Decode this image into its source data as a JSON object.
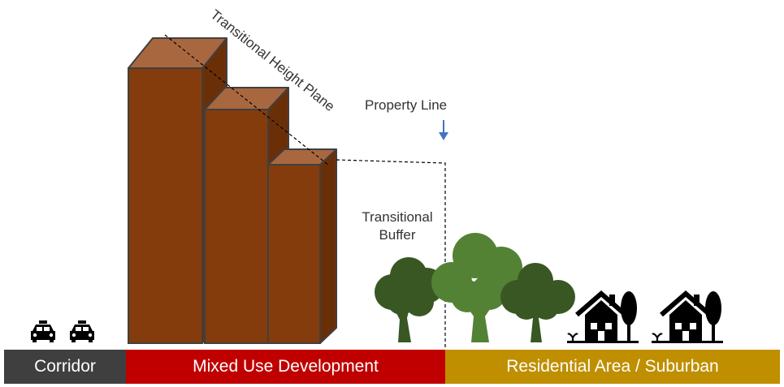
{
  "zones": {
    "corridor": {
      "label": "Corridor",
      "color": "#3f3f3f"
    },
    "mixed_use": {
      "label": "Mixed Use Development",
      "color": "#c00000"
    },
    "residential": {
      "label": "Residential Area / Suburban",
      "color": "#bf8f00"
    }
  },
  "annotations": {
    "height_plane": "Transitional Height Plane",
    "property_line": "Property Line",
    "buffer_line1": "Transitional",
    "buffer_line2": "Buffer"
  },
  "colors": {
    "building_front": "#843c0c",
    "building_top": "#a9673f",
    "building_side": "#6b2f08",
    "building_outline": "#404040",
    "tree_dark": "#385723",
    "tree_light": "#548235",
    "arrow": "#4472c4",
    "icon": "#000000"
  },
  "icons": {
    "vehicles": [
      "taxi-icon",
      "taxi-icon"
    ],
    "trees": [
      "tree-icon",
      "tree-icon",
      "tree-icon"
    ],
    "houses": [
      "house-icon",
      "house-icon"
    ]
  }
}
